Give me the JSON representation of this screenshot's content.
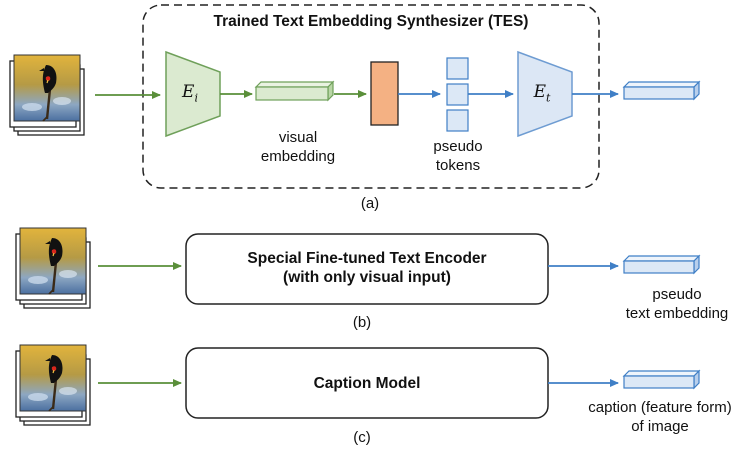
{
  "panel_a": {
    "title": "Trained Text Embedding Synthesizer (TES)",
    "encoder_image_symbol": "E",
    "encoder_image_subscript": "i",
    "visual_embedding_label_line1": "visual",
    "visual_embedding_label_line2": "embedding",
    "pseudo_tokens_label_line1": "pseudo",
    "pseudo_tokens_label_line2": "tokens",
    "encoder_text_symbol": "E",
    "encoder_text_subscript": "t",
    "caption": "(a)"
  },
  "panel_b": {
    "box_line1": "Special Fine-tuned Text Encoder",
    "box_line2": "(with only visual input)",
    "output_label_line1": "pseudo",
    "output_label_line2": "text embedding",
    "caption": "(b)"
  },
  "panel_c": {
    "box_line1": "Caption Model",
    "output_label_line1": "caption (feature form)",
    "output_label_line2": "of image",
    "caption": "(c)"
  },
  "colors": {
    "green_arrow": "#5a8f3a",
    "blue_arrow": "#3f7fc6",
    "encoder_green_fill": "#dbead0",
    "encoder_green_stroke": "#6fa05a",
    "encoder_blue_fill": "#dce7f5",
    "encoder_blue_stroke": "#6e9cd2",
    "orange_block": "#f4b183",
    "token_fill": "#dce8f6"
  }
}
